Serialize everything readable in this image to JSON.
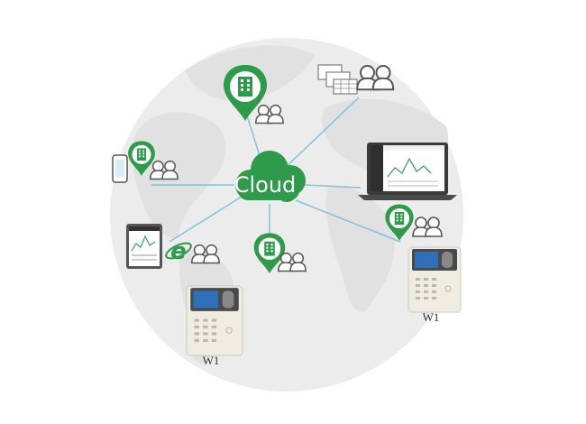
{
  "cloud": {
    "label": "Cloud"
  },
  "devices": [
    {
      "label": "W1"
    },
    {
      "label": "W1"
    }
  ],
  "icons": {
    "pin": "location-pin-building-icon",
    "users": "two-users-icon",
    "phone": "smartphone-icon",
    "tablet": "tablet-dashboard-icon",
    "laptop": "laptop-dashboard-icon",
    "browser": "browser-e-icon",
    "spreadsheet": "spreadsheet-icon",
    "terminal": "attendance-terminal-icon"
  },
  "colors": {
    "brand_green": "#2e9b4a",
    "link_line": "#7fc3dc",
    "globe": "#ececec",
    "continent": "#e0e0e0"
  }
}
